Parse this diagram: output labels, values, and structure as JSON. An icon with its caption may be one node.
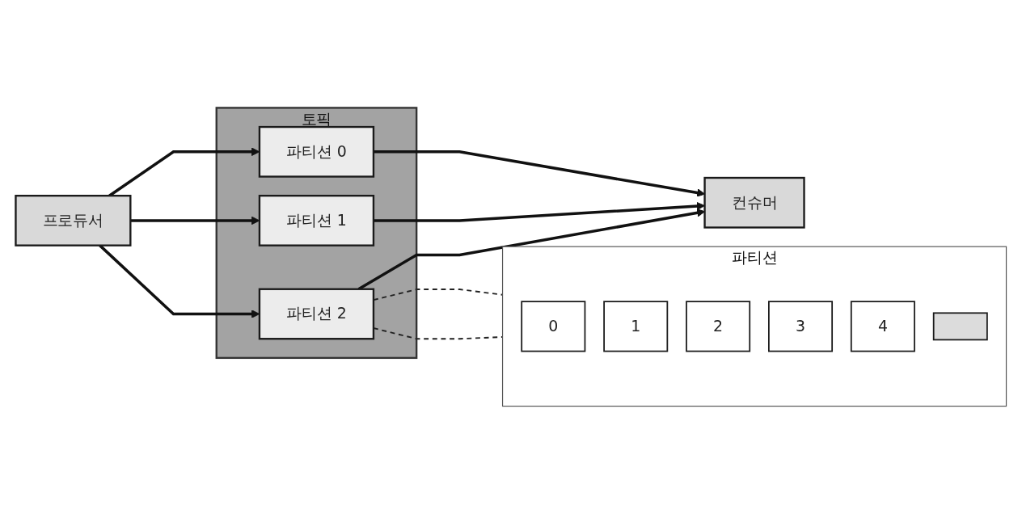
{
  "diagram": {
    "nodes": [
      {
        "text": [
          "프로듀서"
        ]
      },
      {
        "text": [
          "토픽"
        ]
      },
      {
        "text": [
          "파티션 0"
        ],
        "in": 1
      },
      {
        "text": [
          "파티션 1"
        ],
        "in": 1
      },
      {
        "text": [
          "파티션 2"
        ],
        "in": 1
      },
      {
        "text": [
          "컨슈머"
        ]
      },
      {
        "text": [
          "파티션"
        ]
      },
      {
        "text": [
          "0"
        ],
        "in": 6
      },
      {
        "text": [
          "1"
        ],
        "in": 6
      },
      {
        "text": [
          "2"
        ],
        "in": 6
      },
      {
        "text": [
          "3"
        ],
        "in": 6
      },
      {
        "text": [
          "4"
        ],
        "in": 6
      },
      {
        "text": [],
        "shape": "box",
        "in": 6
      }
    ],
    "edges": [
      {
        "from": 0,
        "to": 2,
        "arrow": "to"
      },
      {
        "from": 0,
        "to": 3,
        "arrow": "to"
      },
      {
        "from": 0,
        "to": 4,
        "arrow": "to"
      },
      {
        "from": 2,
        "to": 5,
        "arrow": "to"
      },
      {
        "from": 3,
        "to": 5,
        "arrow": "to"
      },
      {
        "from": 4,
        "to": 5,
        "arrow": "to"
      },
      {
        "from": 4,
        "to": 6,
        "arrow": "none",
        "style": "dashed"
      },
      {
        "from": 4,
        "to": 6,
        "arrow": "none",
        "style": "dashed"
      }
    ]
  }
}
